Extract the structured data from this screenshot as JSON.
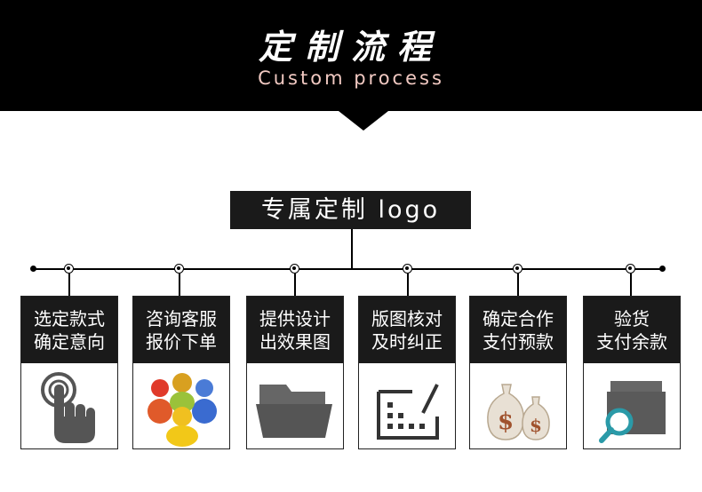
{
  "header": {
    "title": "定制流程",
    "subtitle": "Custom process"
  },
  "root": {
    "label": "专属定制 logo"
  },
  "steps": [
    {
      "line1": "选定款式",
      "line2": "确定意向",
      "icon": "touch-hand-icon"
    },
    {
      "line1": "咨询客服",
      "line2": "报价下单",
      "icon": "people-group-icon"
    },
    {
      "line1": "提供设计",
      "line2": "出效果图",
      "icon": "folder-icon"
    },
    {
      "line1": "版图核对",
      "line2": "及时纠正",
      "icon": "chart-edit-icon"
    },
    {
      "line1": "确定合作",
      "line2": "支付预款",
      "icon": "money-bags-icon"
    },
    {
      "line1": "验货",
      "line2": "支付余款",
      "icon": "inspect-box-icon"
    }
  ],
  "colors": {
    "header_bg": "#000000",
    "subtitle": "#f1c9c2",
    "card_head": "#1a1a1a",
    "icon_gray": "#555555"
  }
}
